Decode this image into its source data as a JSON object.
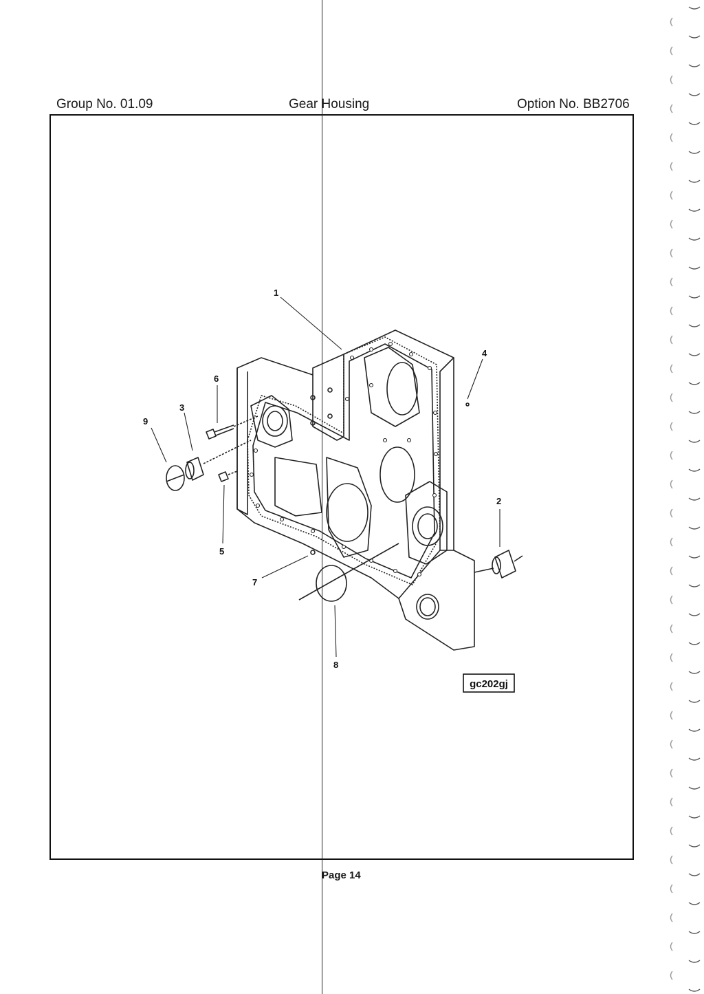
{
  "header": {
    "group": "Group No. 01.09",
    "title": "Gear Housing",
    "option": "Option No. BB2706"
  },
  "drawing": {
    "reference": "gc202gj",
    "callouts": [
      "1",
      "2",
      "3",
      "4",
      "5",
      "6",
      "7",
      "8",
      "9"
    ]
  },
  "footer": {
    "page": "Page 14"
  }
}
